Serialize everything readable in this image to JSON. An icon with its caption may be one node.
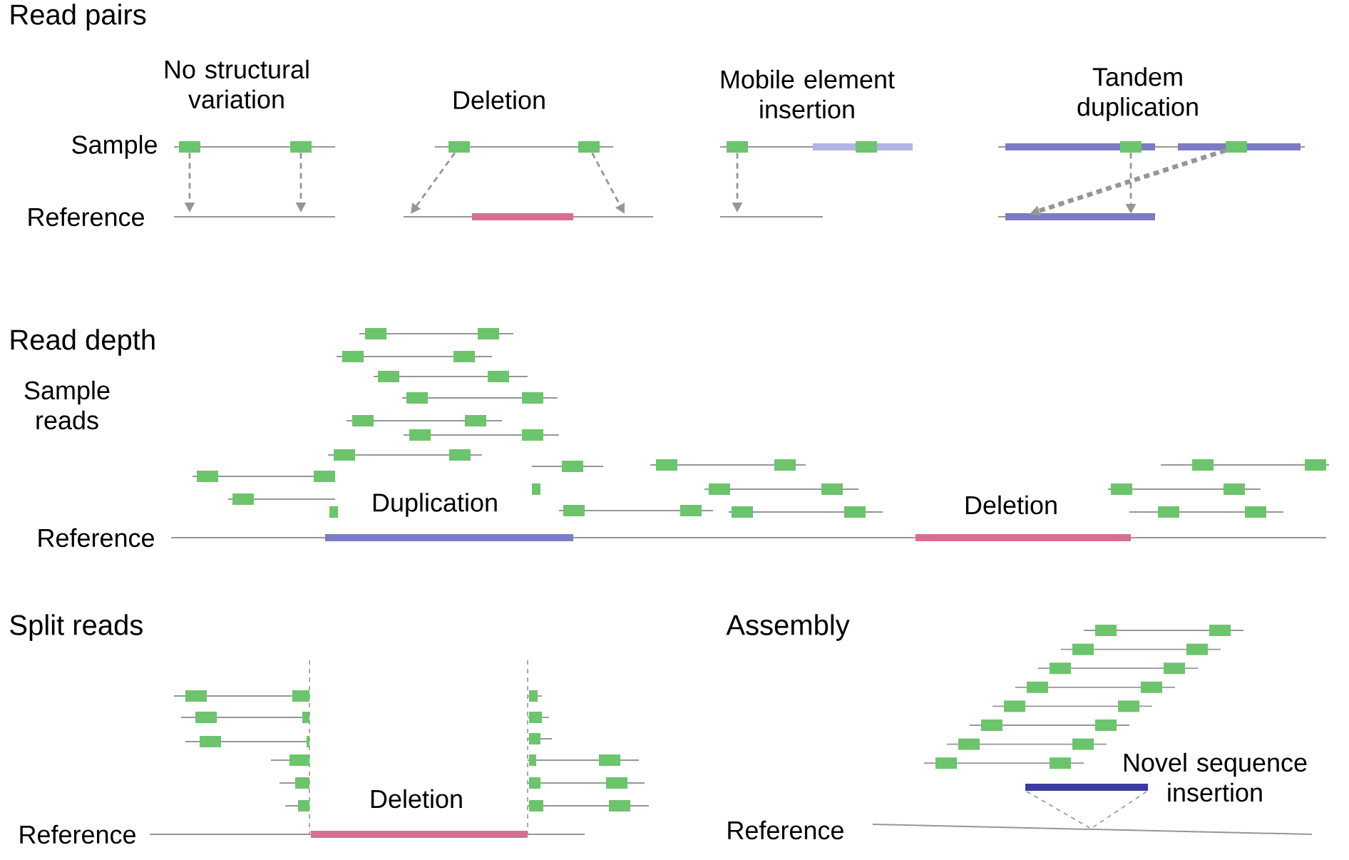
{
  "diagram": {
    "nodes": [
      {
        "text": [],
        "shape": "bar"
      },
      {
        "text": [],
        "shape": "bar"
      },
      {
        "text": [],
        "shape": "bar"
      },
      {
        "text": [],
        "shape": "bar"
      },
      {
        "text": [],
        "shape": "bar"
      },
      {
        "text": [],
        "shape": "bar"
      },
      {
        "text": [],
        "shape": "bar"
      }
    ],
    "edges": [
      {
        "from": 0,
        "to": null,
        "arrow": "to",
        "style": "dashed"
      },
      {
        "from": 1,
        "to": null,
        "arrow": "to",
        "style": "dashed"
      },
      {
        "from": 2,
        "to": null,
        "arrow": "to",
        "style": "dashed"
      },
      {
        "from": 3,
        "to": null,
        "arrow": "to",
        "style": "dashed"
      },
      {
        "from": 4,
        "to": null,
        "arrow": "to",
        "style": "dashed"
      },
      {
        "from": 5,
        "to": null,
        "arrow": "to",
        "style": "dashed"
      },
      {
        "from": 6,
        "to": null,
        "arrow": "to",
        "style": "dashed"
      }
    ],
    "labels": [
      "Read pairs",
      "No structural variation",
      "Deletion",
      "Mobile element insertion",
      "Tandem duplication",
      "Sample",
      "Reference",
      "Read depth",
      "Sample reads",
      "Duplication",
      "Deletion",
      "Reference",
      "Split reads",
      "Assembly",
      "Deletion",
      "Novel sequence insertion",
      "Reference",
      "Reference"
    ]
  }
}
